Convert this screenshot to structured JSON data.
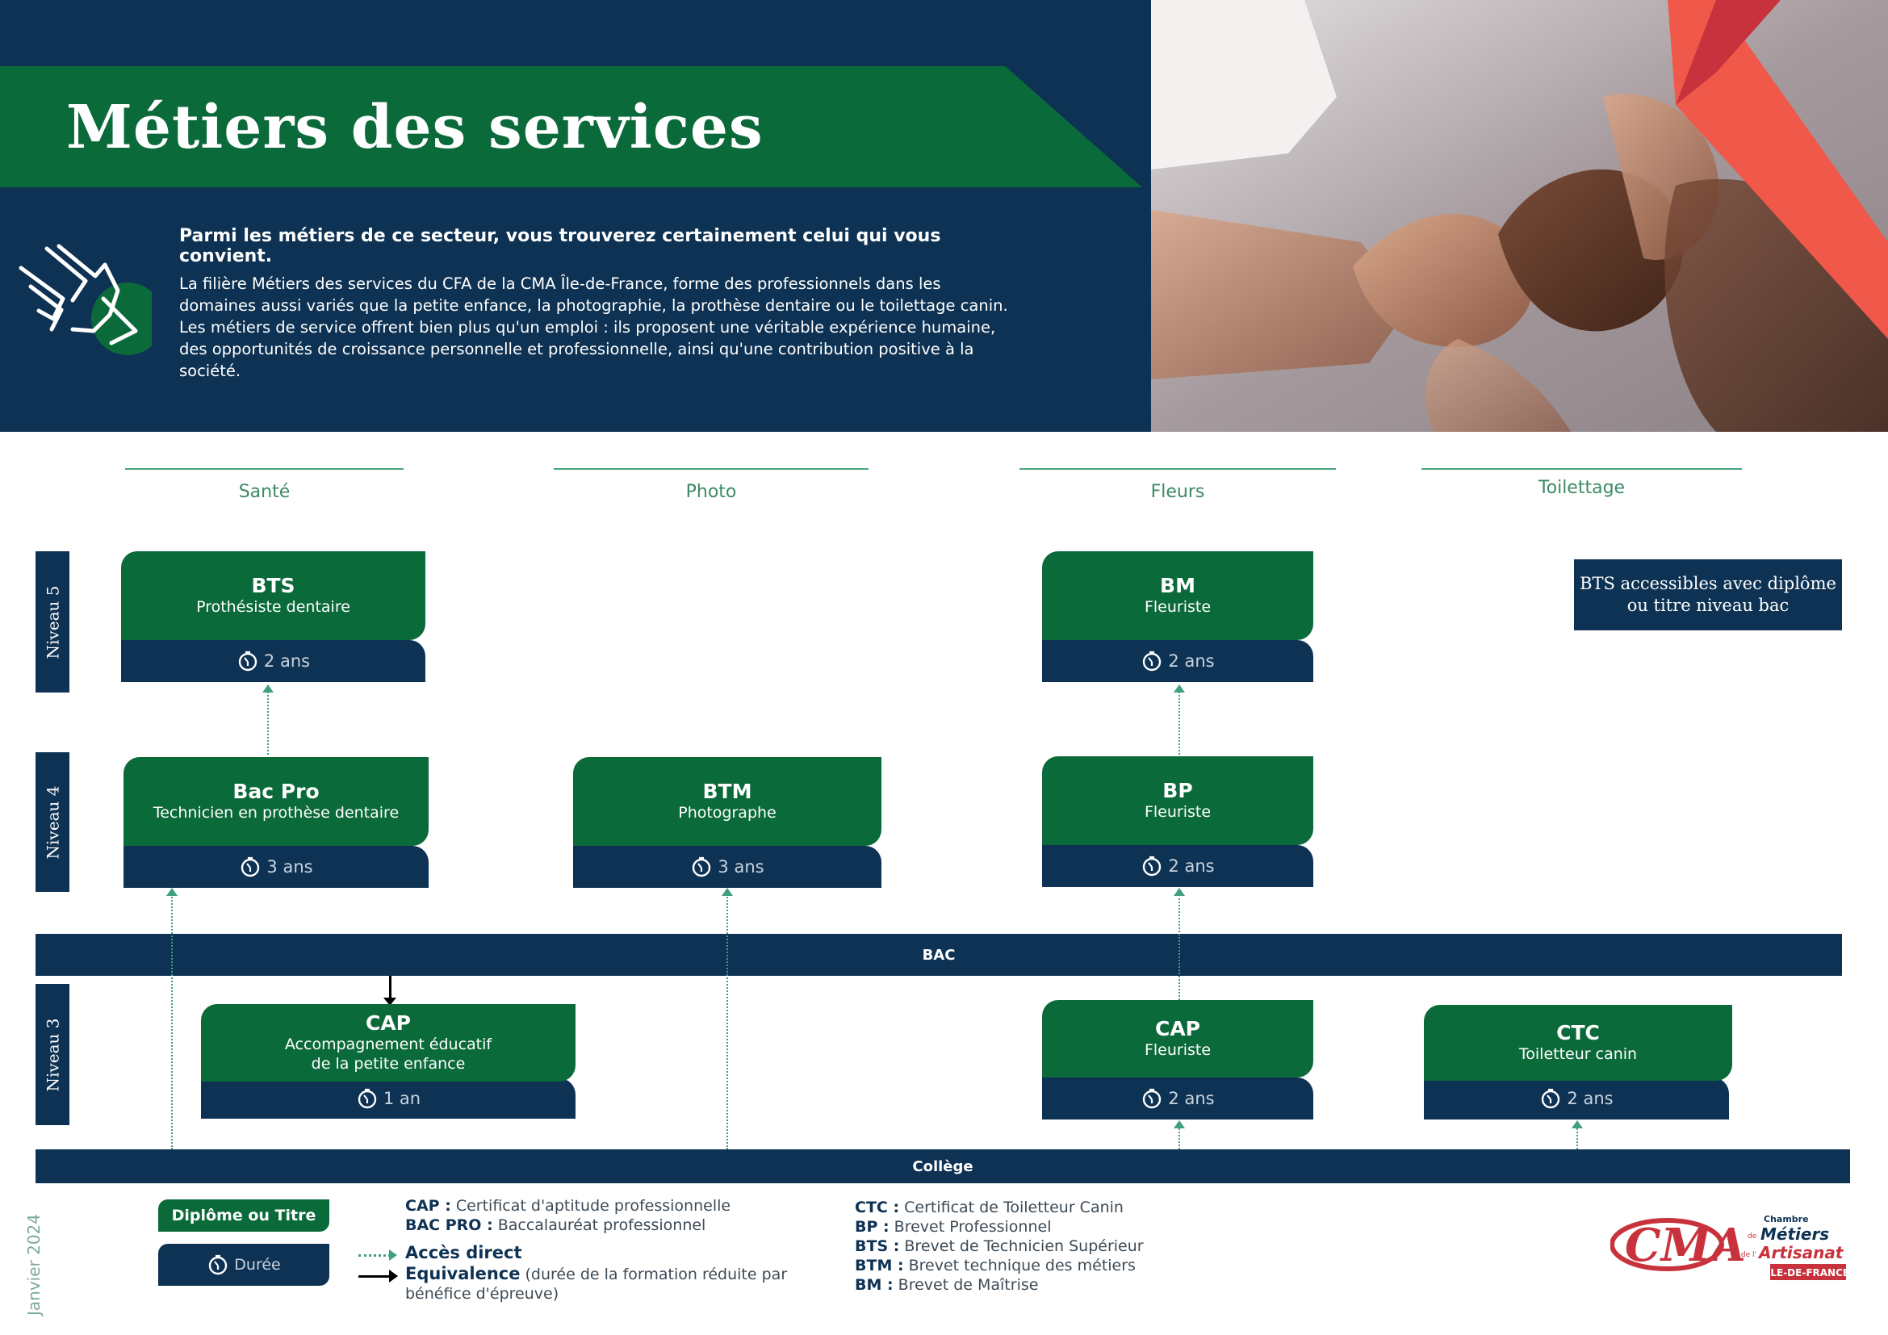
{
  "header": {
    "title": "Métiers des services",
    "intro_heading": "Parmi les métiers de ce secteur, vous trouverez certainement celui qui vous convient.",
    "intro_body": "La filière Métiers des services du CFA de la CMA Île-de-France, forme des professionnels dans les domaines aussi variés que la petite enfance, la photographie, la prothèse dentaire ou le toilettage canin. Les métiers de service offrent bien plus qu'un emploi : ils proposent une véritable expérience humaine, des opportunités de croissance personnelle et professionnelle, ainsi qu'une contribution positive à la société."
  },
  "categories": [
    "Santé",
    "Photo",
    "Fleurs",
    "Toilettage"
  ],
  "levels": [
    "Niveau 5",
    "Niveau 4",
    "Niveau 3"
  ],
  "bars": {
    "bac": "BAC",
    "college": "Collège"
  },
  "note": "BTS accessibles avec diplôme ou titre niveau bac",
  "cards": {
    "bts_sante": {
      "code": "BTS",
      "label": "Prothésiste dentaire",
      "duration": "2 ans"
    },
    "bacpro_sante": {
      "code": "Bac Pro",
      "label": "Technicien en prothèse dentaire",
      "duration": "3 ans"
    },
    "cap_sante": {
      "code": "CAP",
      "label": "Accompagnement éducatif",
      "label2": "de la petite enfance",
      "duration": "1 an"
    },
    "btm_photo": {
      "code": "BTM",
      "label": "Photographe",
      "duration": "3 ans"
    },
    "bm_fleurs": {
      "code": "BM",
      "label": "Fleuriste",
      "duration": "2 ans"
    },
    "bp_fleurs": {
      "code": "BP",
      "label": "Fleuriste",
      "duration": "2 ans"
    },
    "cap_fleurs": {
      "code": "CAP",
      "label": "Fleuriste",
      "duration": "2 ans"
    },
    "ctc_toilettage": {
      "code": "CTC",
      "label": "Toiletteur canin",
      "duration": "2 ans"
    }
  },
  "legend": {
    "diploma": "Diplôme ou Titre",
    "duration": "Durée",
    "direct": "Accès direct",
    "equivalence": "Equivalence",
    "equivalence_note": "(durée de la formation réduite par",
    "equivalence_note2": "bénéfice d'épreuve)"
  },
  "abbreviations_left": [
    {
      "abbr": "CAP :",
      "text": "Certificat d'aptitude professionnelle"
    },
    {
      "abbr": "BAC PRO :",
      "text": "Baccalauréat professionnel"
    }
  ],
  "abbreviations_right": [
    {
      "abbr": "CTC :",
      "text": "Certificat de Toiletteur Canin"
    },
    {
      "abbr": "BP :",
      "text": "Brevet Professionnel"
    },
    {
      "abbr": "BTS :",
      "text": "Brevet de Technicien Supérieur"
    },
    {
      "abbr": "BTM :",
      "text": "Brevet technique des métiers"
    },
    {
      "abbr": "BM :",
      "text": "Brevet de Maîtrise"
    }
  ],
  "footer": {
    "date": "Janvier 2024"
  },
  "logo": {
    "letters": "CMA",
    "line1": "Chambre",
    "line2a": "de",
    "line2b": "Métiers",
    "line3a": "et de l'",
    "line3b": "Artisanat",
    "region": "ÎLE-DE-FRANCE"
  },
  "colors": {
    "navy": "#0e3253",
    "green": "#0b6a3a",
    "accent_red": "#c8323c",
    "coral": "#f0584a"
  },
  "icons": [
    "hands-icon",
    "timer-icon",
    "dotted-arrow-icon",
    "solid-arrow-icon"
  ]
}
